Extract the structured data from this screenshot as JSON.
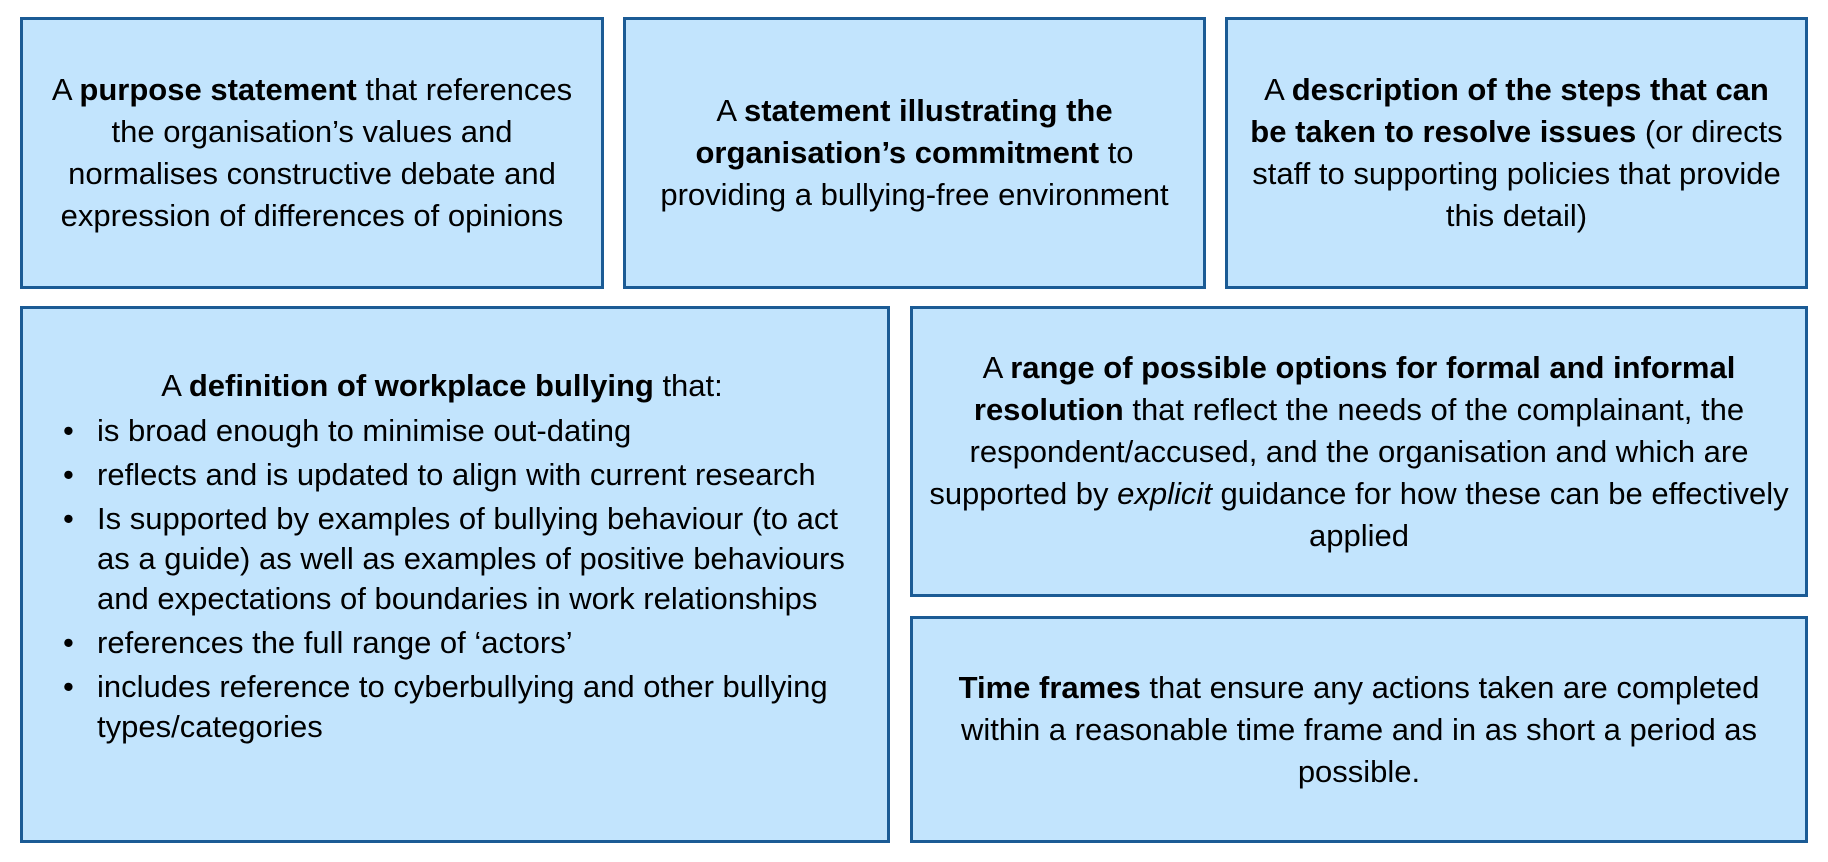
{
  "boxes": {
    "purpose": {
      "pre": "A ",
      "bold": "purpose statement",
      "post": " that references the organisation’s values and normalises constructive debate and expression of differences of opinions"
    },
    "commitment": {
      "pre": "A ",
      "bold": "statement illustrating the organisation’s commitment",
      "post": " to providing a bullying-free environment"
    },
    "steps": {
      "pre": "A ",
      "bold": "description of the steps that can be taken to resolve issues",
      "post": " (or directs staff to supporting policies that provide this detail)"
    },
    "definition": {
      "pre": "A ",
      "bold": "definition of workplace bullying",
      "post": " that:",
      "bullet_glyph": "•",
      "items": [
        "is broad enough to minimise out-dating",
        "reflects and is updated to align with current research",
        "Is supported by examples of bullying behaviour (to act as a guide) as well as examples of positive behaviours and expectations of boundaries in work relationships",
        "references the full range of ‘actors’",
        "includes reference to cyberbullying and other bullying types/categories"
      ]
    },
    "options": {
      "pre": "A ",
      "bold": "range of possible options for formal and informal resolution",
      "mid": " that reflect the needs of the complainant, the respondent/accused, and the organisation and which are supported by ",
      "italic": "explicit",
      "post": " guidance for how these can be effectively applied"
    },
    "timeframes": {
      "bold": "Time frames",
      "post": " that ensure any actions taken are completed within a reasonable time frame and in as short a period as possible."
    }
  },
  "colors": {
    "box_fill": "#c2e4fd",
    "box_border": "#1b5b95"
  }
}
